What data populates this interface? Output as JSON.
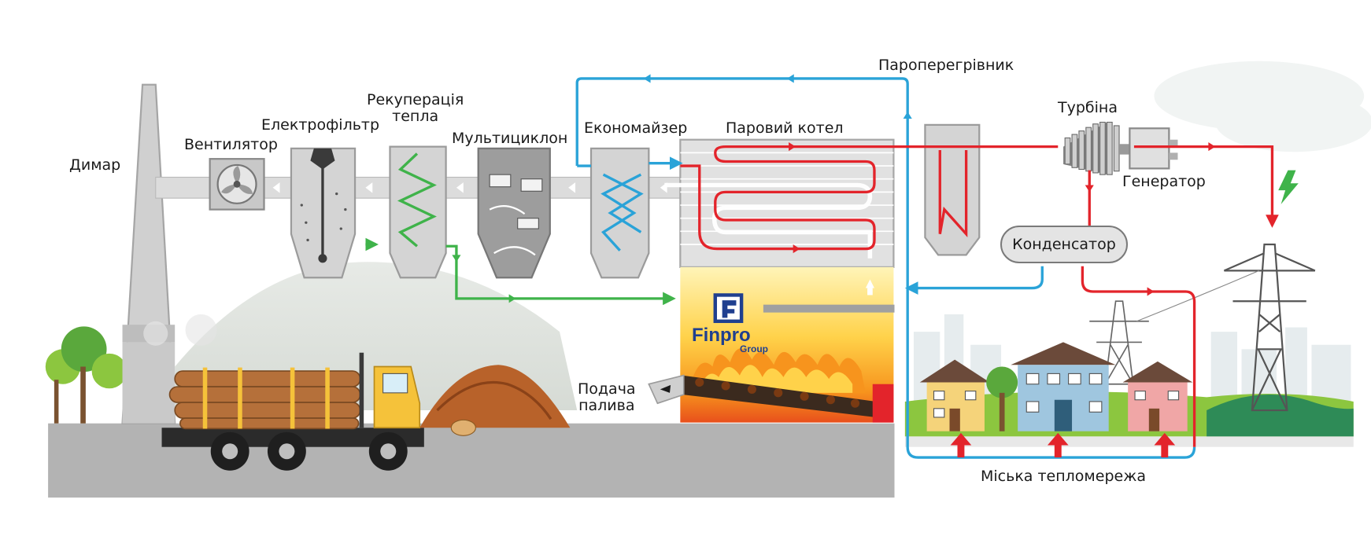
{
  "labels": {
    "chimney": "Димар",
    "fan": "Вентилятор",
    "electrofilter": "Електрофільтр",
    "heat_recovery": "Рекуперація\nтепла",
    "multicyclone": "Мультициклон",
    "economizer": "Економайзер",
    "steam_boiler": "Паровий котел",
    "superheater": "Пароперегрівник",
    "turbine": "Турбіна",
    "generator": "Генератор",
    "condenser": "Конденсатор",
    "fuel_feed": "Подача\nпалива",
    "district_heating": "Міська тепломережа"
  },
  "logo": {
    "brand": "Finpro",
    "sub": "Group"
  },
  "colors": {
    "steam_line": "#e3242b",
    "water_line": "#2aa3d8",
    "air_line": "#3fb34a",
    "equipment": "#d4d4d4",
    "ground": "#b3b3b3",
    "furnace_fire": "#f7941d"
  }
}
